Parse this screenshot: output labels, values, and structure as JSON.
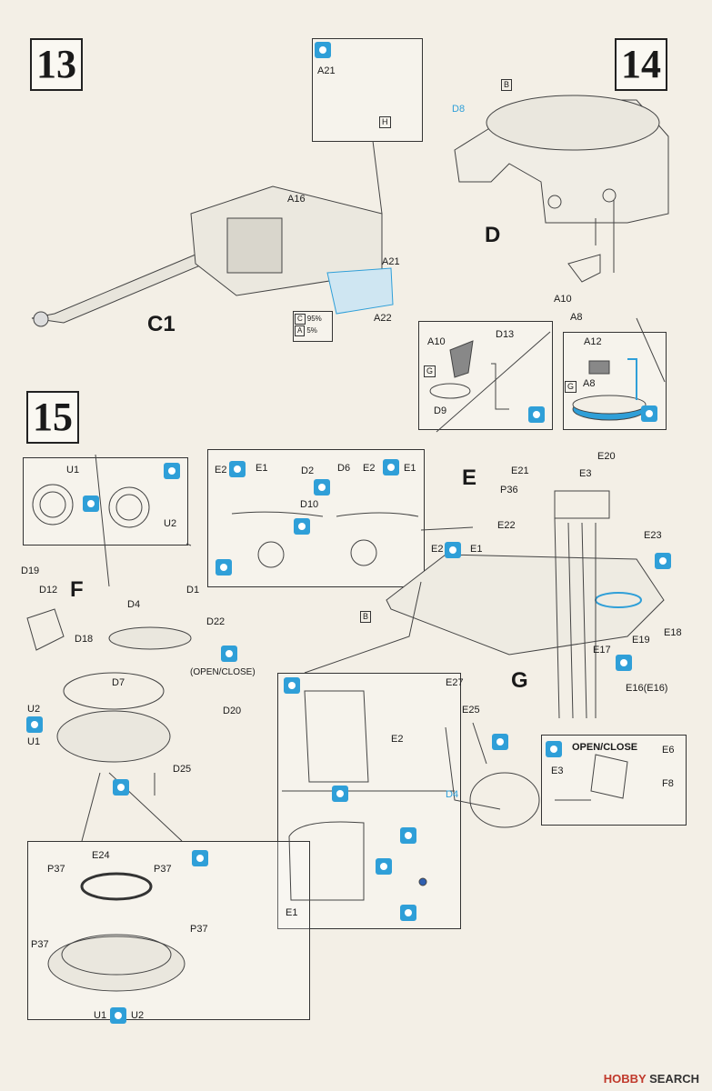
{
  "steps": {
    "s13": "13",
    "s14": "14",
    "s15": "15"
  },
  "step13": {
    "a21_top": "A21",
    "h": "H",
    "a16": "A16",
    "a21": "A21",
    "a22": "A22",
    "c1": "C1",
    "ratio_c": "C",
    "ratio_c_val": "95%",
    "ratio_a": "A",
    "ratio_a_val": "5%"
  },
  "step14": {
    "b": "B",
    "d8": "D8",
    "d": "D",
    "a10": "A10",
    "a8": "A8",
    "left_a10": "A10",
    "left_d13": "D13",
    "left_g": "G",
    "left_d9": "D9",
    "right_a12": "A12",
    "right_g": "G",
    "right_a8": "A8"
  },
  "step15": {
    "f": "F",
    "e": "E",
    "g": "G",
    "top_box": {
      "e2a": "E2",
      "e1a": "E1",
      "d2": "D2",
      "d10": "D10",
      "d6": "D6",
      "e2b": "E2",
      "e1b": "E1"
    },
    "u_box": {
      "u1": "U1",
      "u2": "U2"
    },
    "f_parts": {
      "d19": "D19",
      "d12": "D12",
      "d18": "D18",
      "d4": "D4",
      "d1": "D1",
      "d22": "D22",
      "d7": "D7",
      "open_close": "(OPEN/CLOSE)",
      "d20": "D20",
      "u2": "U2",
      "u1": "U1",
      "d25": "D25"
    },
    "e_parts": {
      "e20": "E20",
      "e21": "E21",
      "e3": "E3",
      "p36": "P36",
      "e22": "E22",
      "e23": "E23",
      "e2": "E2",
      "e1": "E1",
      "b": "B",
      "e19": "E19",
      "e18": "E18",
      "e17": "E17",
      "e16": "E16(E16)"
    },
    "g_parts": {
      "e27": "E27",
      "e25": "E25",
      "d4": "D4"
    },
    "hatch_box": {
      "e2": "E2",
      "e1": "E1"
    },
    "open_box": {
      "title": "OPEN/CLOSE",
      "e6": "E6",
      "e3": "E3",
      "f8": "F8"
    },
    "bottom_box": {
      "e24": "E24",
      "p37a": "P37",
      "p37b": "P37",
      "p37c": "P37",
      "p37d": "P37",
      "u1": "U1",
      "u2": "U2"
    }
  },
  "footer": {
    "logo": "HOBBY",
    "search": "SEARCH"
  }
}
